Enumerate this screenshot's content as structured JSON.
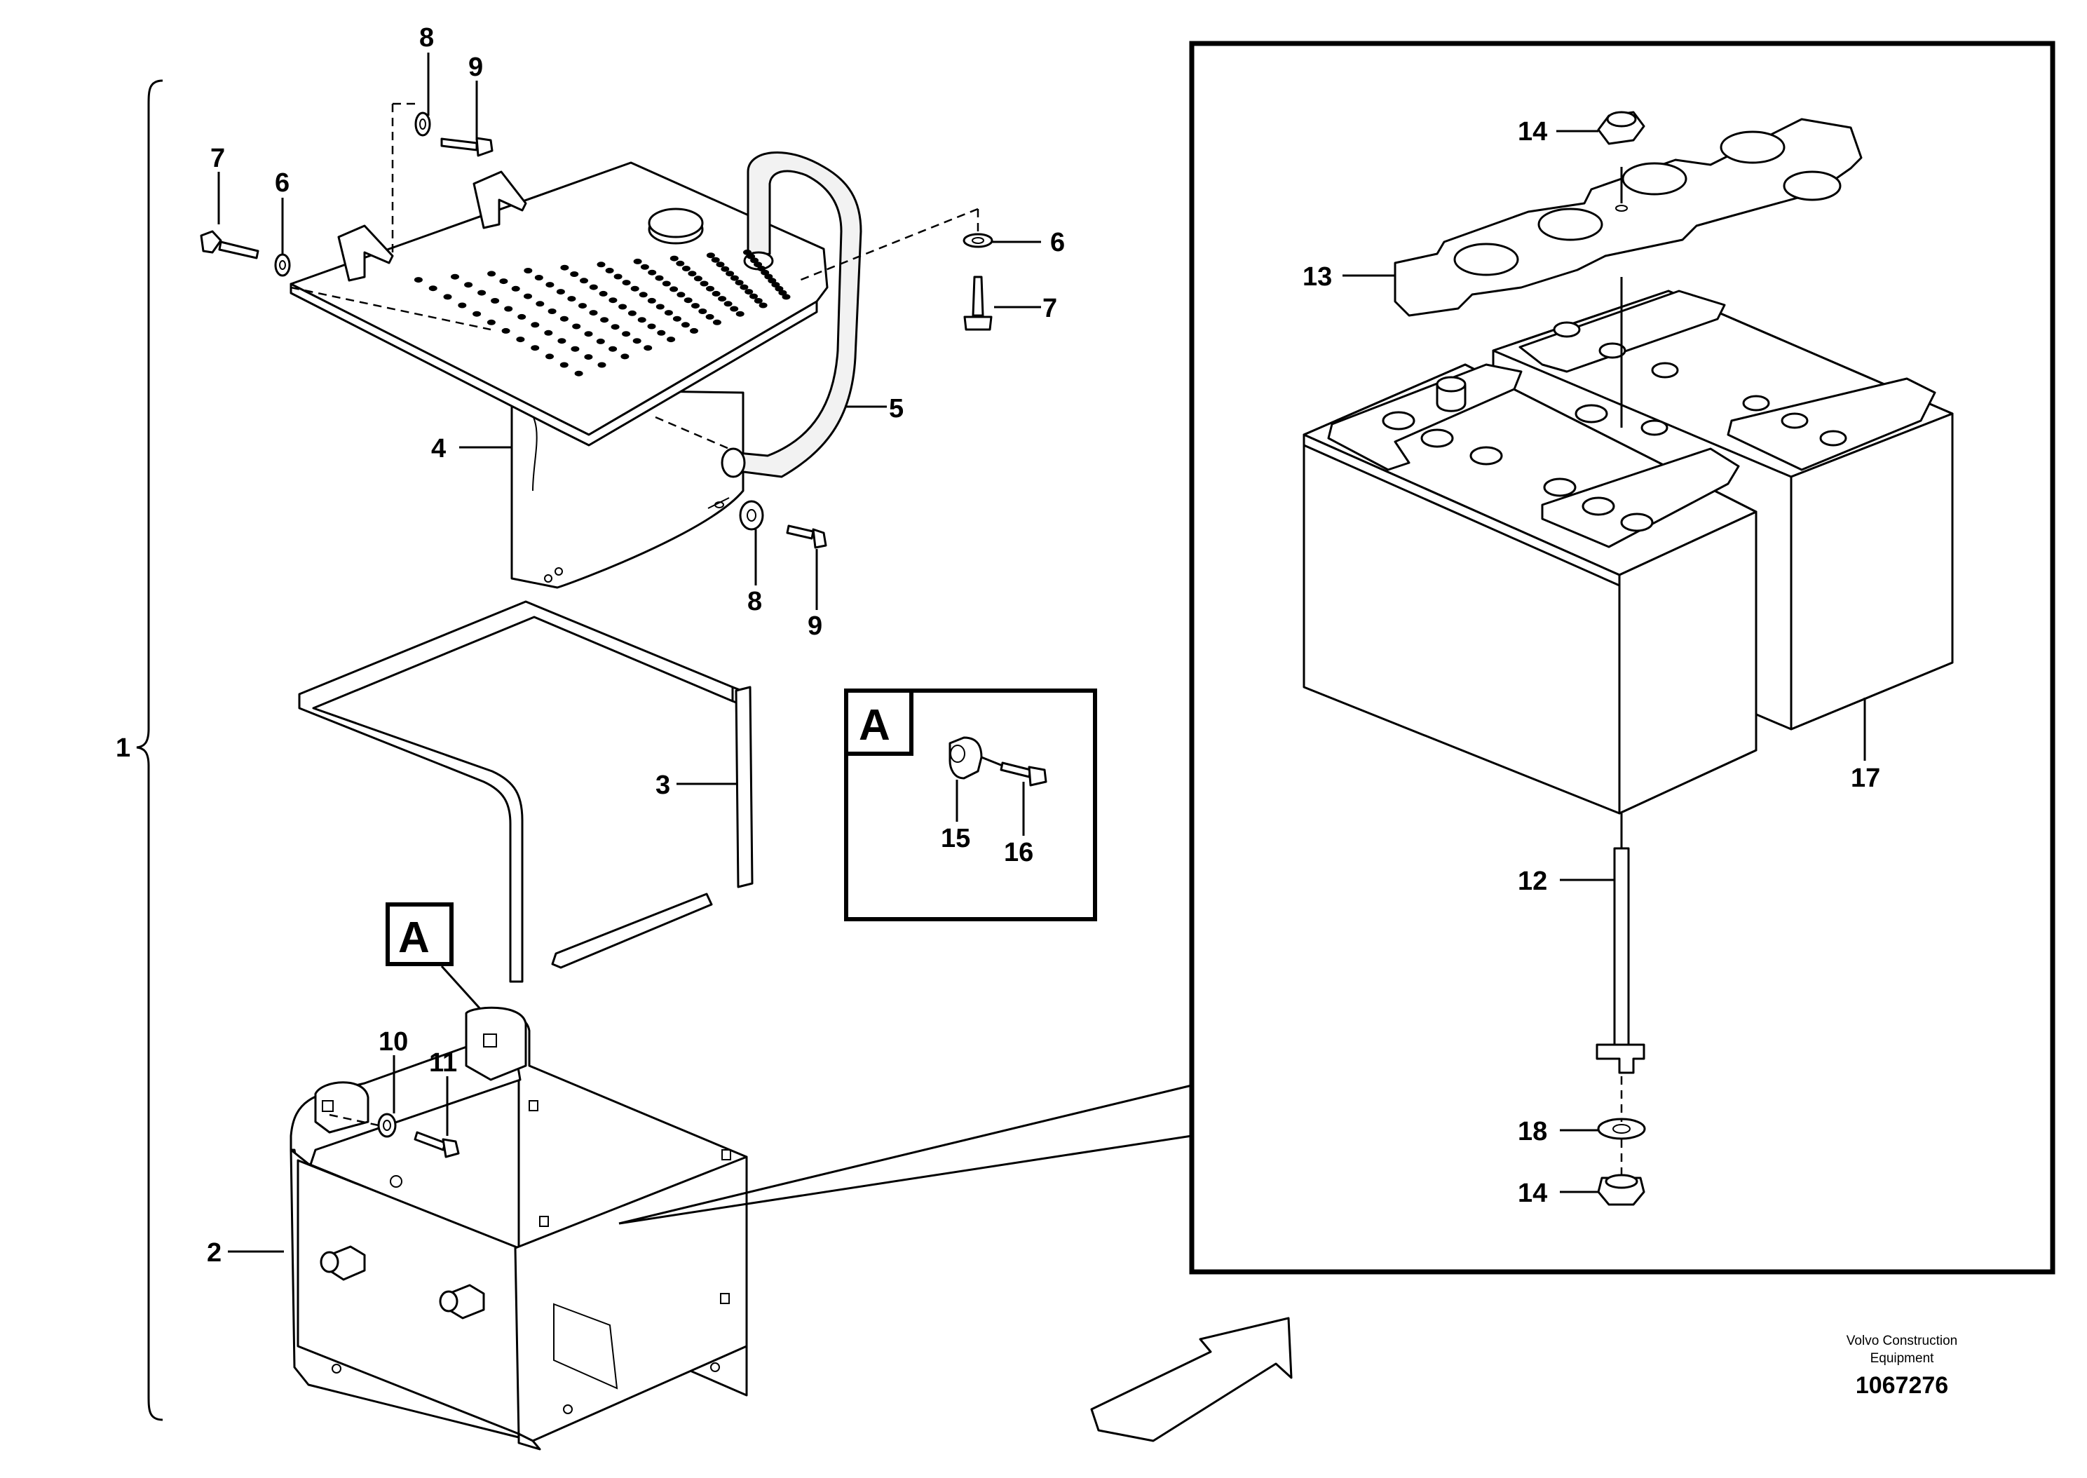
{
  "callouts": {
    "c1": "1",
    "c2": "2",
    "c3": "3",
    "c4": "4",
    "c5": "5",
    "c6a": "6",
    "c6b": "6",
    "c7a": "7",
    "c7b": "7",
    "c8a": "8",
    "c8b": "8",
    "c9a": "9",
    "c9b": "9",
    "c10": "10",
    "c11": "11",
    "c12": "12",
    "c13": "13",
    "c14a": "14",
    "c14b": "14",
    "c15": "15",
    "c16": "16",
    "c17": "17",
    "c18": "18"
  },
  "detail_view": {
    "label_on_box": "A",
    "label_in_inset": "A"
  },
  "footer": {
    "brand_line1": "Volvo Construction",
    "brand_line2": "Equipment",
    "doc_number": "1067276"
  }
}
